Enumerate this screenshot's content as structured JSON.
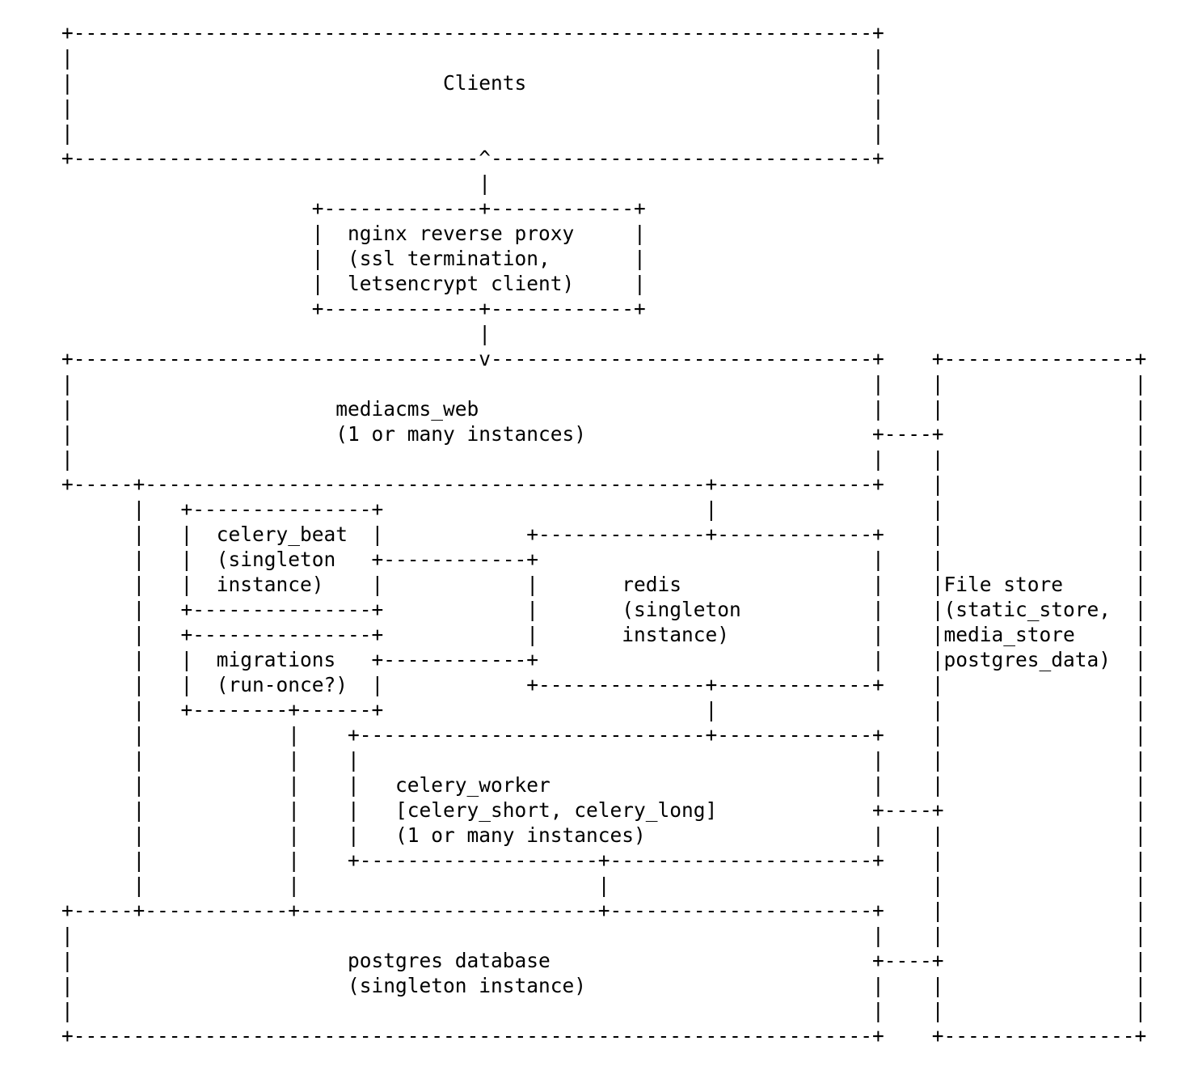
{
  "page": {
    "background_color": "#ffffff",
    "text_color": "#000000",
    "description": "ASCII architecture diagram of a MediaCMS-style docker deployment"
  },
  "diagram": {
    "type": "ascii-box-diagram",
    "width": 91,
    "height_rows": 41,
    "labels": {
      "clients": "Clients",
      "nginx_line1": "nginx reverse proxy",
      "nginx_line2": "(ssl termination,",
      "nginx_line3": "letsencrypt client)",
      "web_line1": "mediacms_web",
      "web_line2": "(1 or many instances)",
      "celery_beat_line1": "celery_beat",
      "celery_beat_line2": "(singleton",
      "celery_beat_line3": "instance)",
      "migrations_line1": "migrations",
      "migrations_line2": "(run-once?)",
      "redis_line1": "redis",
      "redis_line2": "(singleton",
      "redis_line3": "instance)",
      "filestore_line1": "File store",
      "filestore_line2": "(static_store,",
      "filestore_line3": "media_store",
      "filestore_line4": "postgres_data)",
      "worker_line1": "celery_worker",
      "worker_line2": "[celery_short, celery_long]",
      "worker_line3": "(1 or many instances)",
      "postgres_line1": "postgres database",
      "postgres_line2": "(singleton instance)"
    },
    "rows": [
      [
        [
          0,
          "+"
        ],
        [
          1,
          "-",
          67
        ],
        [
          68,
          "+"
        ]
      ],
      [
        [
          0,
          "|"
        ],
        [
          68,
          "|"
        ]
      ],
      [
        [
          0,
          "|"
        ],
        [
          32,
          "Clients"
        ],
        [
          68,
          "|"
        ]
      ],
      [
        [
          0,
          "|"
        ],
        [
          68,
          "|"
        ]
      ],
      [
        [
          0,
          "|"
        ],
        [
          68,
          "|"
        ]
      ],
      [
        [
          0,
          "+"
        ],
        [
          1,
          "-",
          34
        ],
        [
          35,
          "^"
        ],
        [
          36,
          "-",
          32
        ],
        [
          68,
          "+"
        ]
      ],
      [
        [
          35,
          "|"
        ]
      ],
      [
        [
          21,
          "+"
        ],
        [
          22,
          "-",
          13
        ],
        [
          35,
          "+"
        ],
        [
          36,
          "-",
          12
        ],
        [
          48,
          "+"
        ]
      ],
      [
        [
          21,
          "|"
        ],
        [
          24,
          "nginx reverse proxy"
        ],
        [
          48,
          "|"
        ]
      ],
      [
        [
          21,
          "|"
        ],
        [
          24,
          "(ssl termination,"
        ],
        [
          48,
          "|"
        ]
      ],
      [
        [
          21,
          "|"
        ],
        [
          24,
          "letsencrypt client)"
        ],
        [
          48,
          "|"
        ]
      ],
      [
        [
          21,
          "+"
        ],
        [
          22,
          "-",
          13
        ],
        [
          35,
          "+"
        ],
        [
          36,
          "-",
          12
        ],
        [
          48,
          "+"
        ]
      ],
      [
        [
          35,
          "|"
        ]
      ],
      [
        [
          0,
          "+"
        ],
        [
          1,
          "-",
          34
        ],
        [
          35,
          "v"
        ],
        [
          36,
          "-",
          32
        ],
        [
          68,
          "+"
        ],
        [
          73,
          "+"
        ],
        [
          74,
          "-",
          16
        ],
        [
          90,
          "+"
        ]
      ],
      [
        [
          0,
          "|"
        ],
        [
          68,
          "|"
        ],
        [
          73,
          "|"
        ],
        [
          90,
          "|"
        ]
      ],
      [
        [
          0,
          "|"
        ],
        [
          23,
          "mediacms_web"
        ],
        [
          68,
          "|"
        ],
        [
          73,
          "|"
        ],
        [
          90,
          "|"
        ]
      ],
      [
        [
          0,
          "|"
        ],
        [
          23,
          "(1 or many instances)"
        ],
        [
          68,
          "+"
        ],
        [
          69,
          "-",
          4
        ],
        [
          73,
          "+"
        ],
        [
          90,
          "|"
        ]
      ],
      [
        [
          0,
          "|"
        ],
        [
          68,
          "|"
        ],
        [
          73,
          "|"
        ],
        [
          90,
          "|"
        ]
      ],
      [
        [
          0,
          "+"
        ],
        [
          1,
          "-",
          5
        ],
        [
          6,
          "+"
        ],
        [
          7,
          "-",
          47
        ],
        [
          54,
          "+"
        ],
        [
          55,
          "-",
          13
        ],
        [
          68,
          "+"
        ],
        [
          73,
          "|"
        ],
        [
          90,
          "|"
        ]
      ],
      [
        [
          6,
          "|"
        ],
        [
          10,
          "+"
        ],
        [
          11,
          "-",
          15
        ],
        [
          26,
          "+"
        ],
        [
          54,
          "|"
        ],
        [
          73,
          "|"
        ],
        [
          90,
          "|"
        ]
      ],
      [
        [
          6,
          "|"
        ],
        [
          10,
          "|"
        ],
        [
          13,
          "celery_beat"
        ],
        [
          26,
          "|"
        ],
        [
          39,
          "+"
        ],
        [
          40,
          "-",
          14
        ],
        [
          54,
          "+"
        ],
        [
          55,
          "-",
          13
        ],
        [
          68,
          "+"
        ],
        [
          73,
          "|"
        ],
        [
          90,
          "|"
        ]
      ],
      [
        [
          6,
          "|"
        ],
        [
          10,
          "|"
        ],
        [
          13,
          "(singleton"
        ],
        [
          26,
          "+"
        ],
        [
          27,
          "-",
          12
        ],
        [
          39,
          "+"
        ],
        [
          68,
          "|"
        ],
        [
          73,
          "|"
        ],
        [
          90,
          "|"
        ]
      ],
      [
        [
          6,
          "|"
        ],
        [
          10,
          "|"
        ],
        [
          13,
          "instance)"
        ],
        [
          26,
          "|"
        ],
        [
          39,
          "|"
        ],
        [
          47,
          "redis"
        ],
        [
          68,
          "|"
        ],
        [
          73,
          "|"
        ],
        [
          74,
          "File store"
        ],
        [
          90,
          "|"
        ]
      ],
      [
        [
          6,
          "|"
        ],
        [
          10,
          "+"
        ],
        [
          11,
          "-",
          15
        ],
        [
          26,
          "+"
        ],
        [
          39,
          "|"
        ],
        [
          47,
          "(singleton"
        ],
        [
          68,
          "|"
        ],
        [
          73,
          "|"
        ],
        [
          74,
          "(static_store,"
        ],
        [
          90,
          "|"
        ]
      ],
      [
        [
          6,
          "|"
        ],
        [
          10,
          "+"
        ],
        [
          11,
          "-",
          15
        ],
        [
          26,
          "+"
        ],
        [
          39,
          "|"
        ],
        [
          47,
          "instance)"
        ],
        [
          68,
          "|"
        ],
        [
          73,
          "|"
        ],
        [
          74,
          "media_store"
        ],
        [
          90,
          "|"
        ]
      ],
      [
        [
          6,
          "|"
        ],
        [
          10,
          "|"
        ],
        [
          13,
          "migrations"
        ],
        [
          26,
          "+"
        ],
        [
          27,
          "-",
          12
        ],
        [
          39,
          "+"
        ],
        [
          68,
          "|"
        ],
        [
          73,
          "|"
        ],
        [
          74,
          "postgres_data)"
        ],
        [
          90,
          "|"
        ]
      ],
      [
        [
          6,
          "|"
        ],
        [
          10,
          "|"
        ],
        [
          13,
          "(run-once?)"
        ],
        [
          26,
          "|"
        ],
        [
          39,
          "+"
        ],
        [
          40,
          "-",
          14
        ],
        [
          54,
          "+"
        ],
        [
          55,
          "-",
          13
        ],
        [
          68,
          "+"
        ],
        [
          73,
          "|"
        ],
        [
          90,
          "|"
        ]
      ],
      [
        [
          6,
          "|"
        ],
        [
          10,
          "+"
        ],
        [
          11,
          "-",
          8
        ],
        [
          19,
          "+"
        ],
        [
          20,
          "-",
          6
        ],
        [
          26,
          "+"
        ],
        [
          54,
          "|"
        ],
        [
          73,
          "|"
        ],
        [
          90,
          "|"
        ]
      ],
      [
        [
          6,
          "|"
        ],
        [
          19,
          "|"
        ],
        [
          24,
          "+"
        ],
        [
          25,
          "-",
          29
        ],
        [
          54,
          "+"
        ],
        [
          55,
          "-",
          13
        ],
        [
          68,
          "+"
        ],
        [
          73,
          "|"
        ],
        [
          90,
          "|"
        ]
      ],
      [
        [
          6,
          "|"
        ],
        [
          19,
          "|"
        ],
        [
          24,
          "|"
        ],
        [
          68,
          "|"
        ],
        [
          73,
          "|"
        ],
        [
          90,
          "|"
        ]
      ],
      [
        [
          6,
          "|"
        ],
        [
          19,
          "|"
        ],
        [
          24,
          "|"
        ],
        [
          28,
          "celery_worker"
        ],
        [
          68,
          "|"
        ],
        [
          73,
          "|"
        ],
        [
          90,
          "|"
        ]
      ],
      [
        [
          6,
          "|"
        ],
        [
          19,
          "|"
        ],
        [
          24,
          "|"
        ],
        [
          28,
          "[celery_short, celery_long]"
        ],
        [
          68,
          "+"
        ],
        [
          69,
          "-",
          4
        ],
        [
          73,
          "+"
        ],
        [
          90,
          "|"
        ]
      ],
      [
        [
          6,
          "|"
        ],
        [
          19,
          "|"
        ],
        [
          24,
          "|"
        ],
        [
          28,
          "(1 or many instances)"
        ],
        [
          68,
          "|"
        ],
        [
          73,
          "|"
        ],
        [
          90,
          "|"
        ]
      ],
      [
        [
          6,
          "|"
        ],
        [
          19,
          "|"
        ],
        [
          24,
          "+"
        ],
        [
          25,
          "-",
          20
        ],
        [
          45,
          "+"
        ],
        [
          46,
          "-",
          22
        ],
        [
          68,
          "+"
        ],
        [
          73,
          "|"
        ],
        [
          90,
          "|"
        ]
      ],
      [
        [
          6,
          "|"
        ],
        [
          19,
          "|"
        ],
        [
          45,
          "|"
        ],
        [
          73,
          "|"
        ],
        [
          90,
          "|"
        ]
      ],
      [
        [
          0,
          "+"
        ],
        [
          1,
          "-",
          5
        ],
        [
          6,
          "+"
        ],
        [
          7,
          "-",
          12
        ],
        [
          19,
          "+"
        ],
        [
          20,
          "-",
          25
        ],
        [
          45,
          "+"
        ],
        [
          46,
          "-",
          22
        ],
        [
          68,
          "+"
        ],
        [
          73,
          "|"
        ],
        [
          90,
          "|"
        ]
      ],
      [
        [
          0,
          "|"
        ],
        [
          68,
          "|"
        ],
        [
          73,
          "|"
        ],
        [
          90,
          "|"
        ]
      ],
      [
        [
          0,
          "|"
        ],
        [
          24,
          "postgres database"
        ],
        [
          68,
          "+"
        ],
        [
          69,
          "-",
          4
        ],
        [
          73,
          "+"
        ],
        [
          90,
          "|"
        ]
      ],
      [
        [
          0,
          "|"
        ],
        [
          24,
          "(singleton instance)"
        ],
        [
          68,
          "|"
        ],
        [
          73,
          "|"
        ],
        [
          90,
          "|"
        ]
      ],
      [
        [
          0,
          "|"
        ],
        [
          68,
          "|"
        ],
        [
          73,
          "|"
        ],
        [
          90,
          "|"
        ]
      ],
      [
        [
          0,
          "+"
        ],
        [
          1,
          "-",
          67
        ],
        [
          68,
          "+"
        ],
        [
          73,
          "+"
        ],
        [
          74,
          "-",
          16
        ],
        [
          90,
          "+"
        ]
      ]
    ]
  }
}
